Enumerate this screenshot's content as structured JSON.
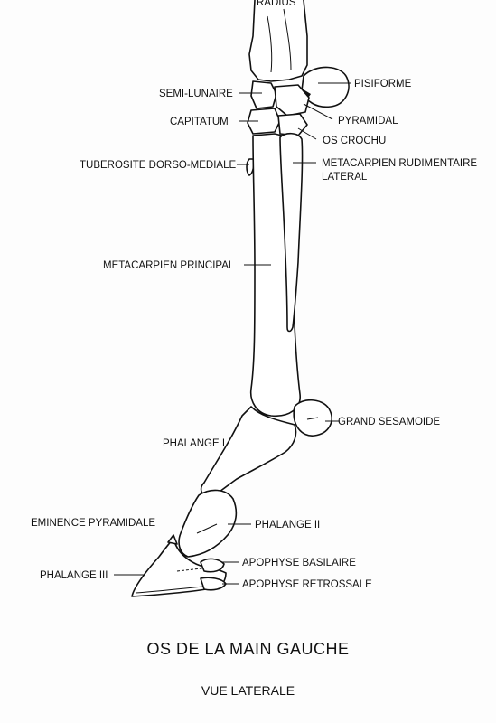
{
  "labels": {
    "radius": "RADIUS",
    "pisiforme": "PISIFORME",
    "semi_lunaire": "SEMI-LUNAIRE",
    "pyramidal": "PYRAMIDAL",
    "capitatum": "CAPITATUM",
    "os_crochu": "OS CROCHU",
    "tuberosite": "TUBEROSITE DORSO-MEDIALE",
    "metacarpien_rudimentaire_1": "METACARPIEN RUDIMENTAIRE",
    "metacarpien_rudimentaire_2": "LATERAL",
    "metacarpien_principal": "METACARPIEN PRINCIPAL",
    "grand_sesamoide": "GRAND SESAMOIDE",
    "phalange_1": "PHALANGE I",
    "eminence": "EMINENCE PYRAMIDALE",
    "phalange_2": "PHALANGE II",
    "apophyse_basilaire": "APOPHYSE BASILAIRE",
    "phalange_3": "PHALANGE III",
    "apophyse_retrossale": "APOPHYSE RETROSSALE"
  },
  "title": {
    "main": "OS DE LA MAIN GAUCHE",
    "sub": "VUE LATERALE"
  }
}
